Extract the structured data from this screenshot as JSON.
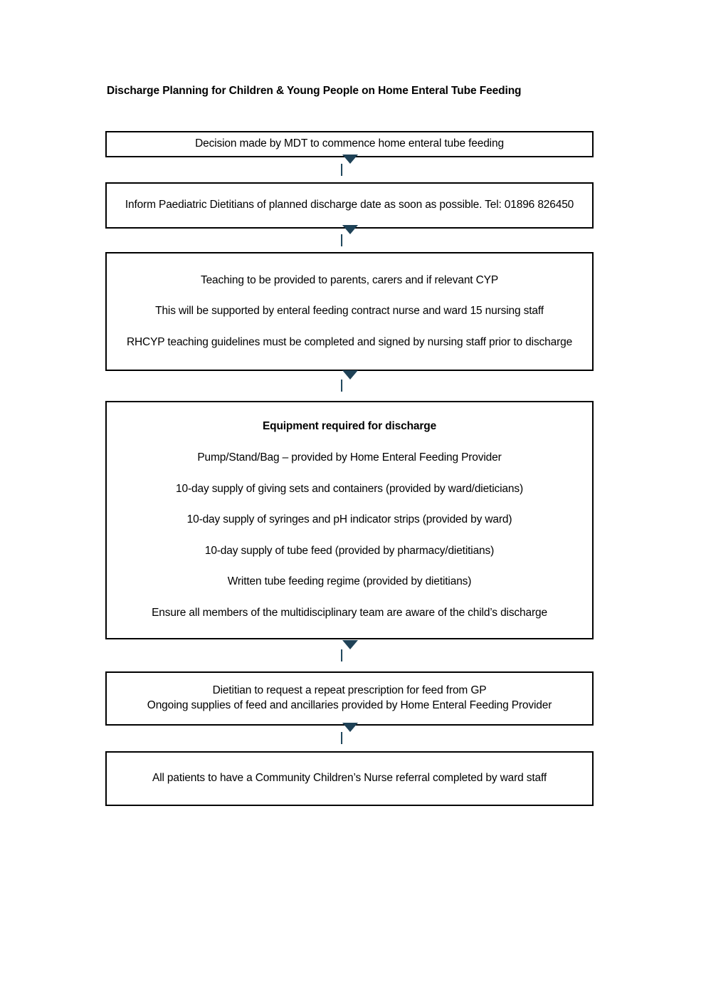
{
  "document": {
    "title": "Discharge Planning for Children & Young People on Home Enteral Tube Feeding"
  },
  "flowchart": {
    "type": "vertical-linear-flowchart",
    "connector": "down-arrow",
    "arrow_color": "#1f4257",
    "border_color": "#000000",
    "nodes": [
      {
        "id": "decision",
        "lines": [
          "Decision made by MDT to commence home enteral tube feeding"
        ]
      },
      {
        "id": "inform-dietitians",
        "lines": [
          "Inform Paediatric Dietitians of planned discharge date as soon as possible. Tel: 01896 826450"
        ]
      },
      {
        "id": "teaching",
        "lines": [
          "Teaching to be provided to parents, carers and if relevant CYP",
          "This will be supported by enteral feeding contract nurse and ward 15 nursing staff",
          "RHCYP teaching guidelines must be completed and signed by nursing staff prior to discharge"
        ]
      },
      {
        "id": "equipment",
        "heading": "Equipment required for discharge",
        "lines": [
          "Pump/Stand/Bag – provided by Home Enteral Feeding Provider",
          "10-day supply of giving sets and containers (provided by ward/dieticians)",
          "10-day supply of syringes and pH indicator strips (provided by ward)",
          "10-day supply of tube feed (provided by pharmacy/dietitians)",
          "Written tube feeding regime (provided by dietitians)",
          "Ensure all members of the multidisciplinary team are aware of the child’s discharge"
        ]
      },
      {
        "id": "prescription",
        "lines": [
          "Dietitian to request a repeat prescription for feed from GP",
          "Ongoing supplies of feed and ancillaries provided by Home Enteral Feeding Provider"
        ]
      },
      {
        "id": "community-nurse-referral",
        "lines": [
          "All patients to have a Community Children’s Nurse referral completed by ward staff"
        ]
      }
    ]
  }
}
